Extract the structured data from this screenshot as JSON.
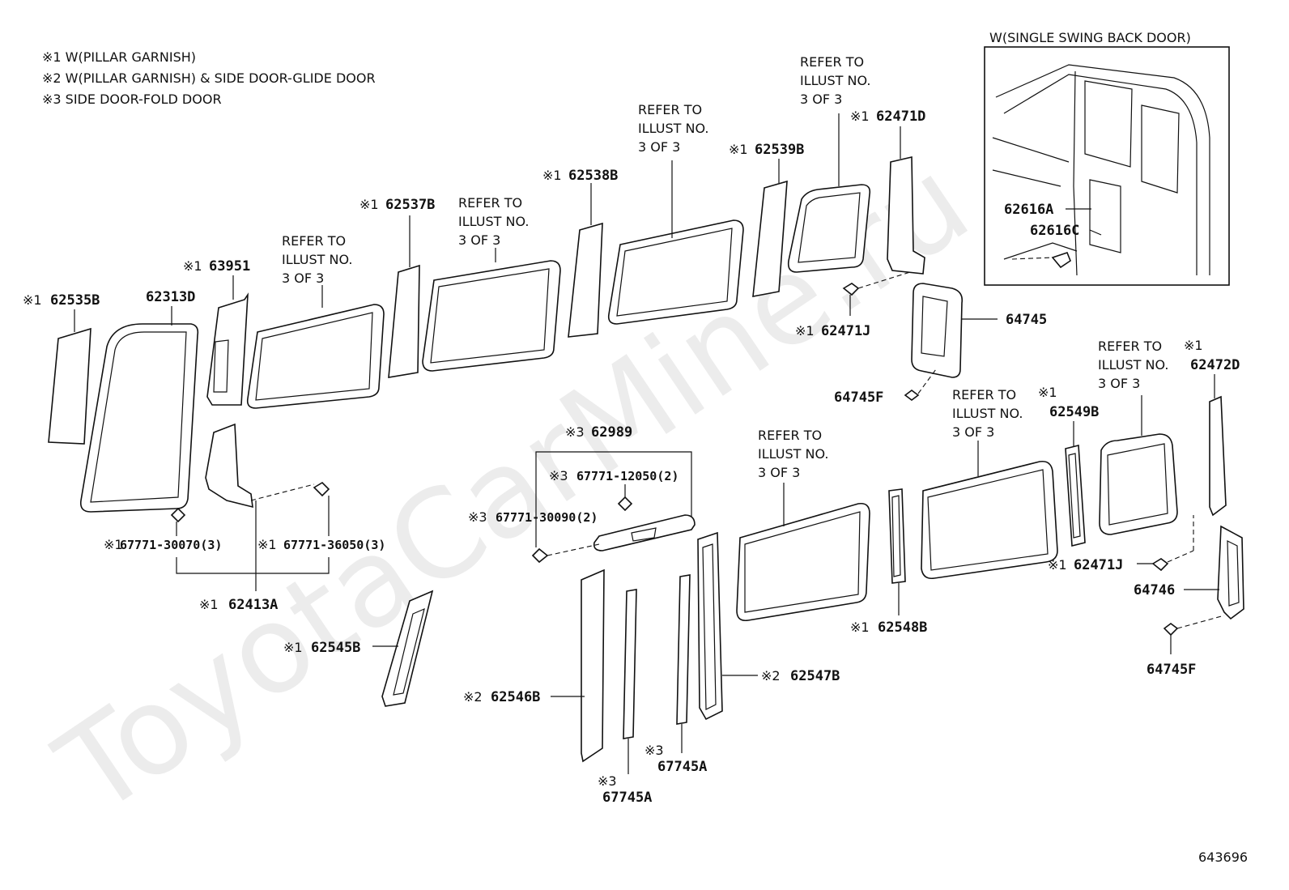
{
  "watermark": "ToyotaCarMine.ru",
  "notes": [
    "※1 W(PILLAR GARNISH)",
    "※2 W(PILLAR GARNISH) & SIDE DOOR-GLIDE DOOR",
    "※3 SIDE DOOR-FOLD DOOR"
  ],
  "inset": {
    "title": "W(SINGLE SWING BACK DOOR)",
    "part_a": "62616A",
    "part_c": "62616C"
  },
  "refer_lines": [
    "REFER TO",
    "ILLUST NO.",
    "3 OF 3"
  ],
  "marks": {
    "m1": "※1",
    "m2": "※2",
    "m3": "※3"
  },
  "parts": {
    "p62535B": "62535B",
    "p62313D": "62313D",
    "p63951": "63951",
    "p62537B": "62537B",
    "p62538B": "62538B",
    "p62539B": "62539B",
    "p62471D": "62471D",
    "p62471J": "62471J",
    "p62471J_2": "62471J",
    "p64745": "64745",
    "p64745F": "64745F",
    "p64745F_2": "64745F",
    "p64746": "64746",
    "p62472D": "62472D",
    "p62549B": "62549B",
    "p62548B": "62548B",
    "p62547B": "62547B",
    "p62546B": "62546B",
    "p62545B": "62545B",
    "p62413A": "62413A",
    "p62989": "62989",
    "p67745A": "67745A",
    "p67745A_2": "67745A",
    "p67771_30070": "67771-30070(3)",
    "p67771_36050": "67771-36050(3)",
    "p67771_12050": "67771-12050(2)",
    "p67771_30090": "67771-30090(2)"
  },
  "figure_id": "643696"
}
